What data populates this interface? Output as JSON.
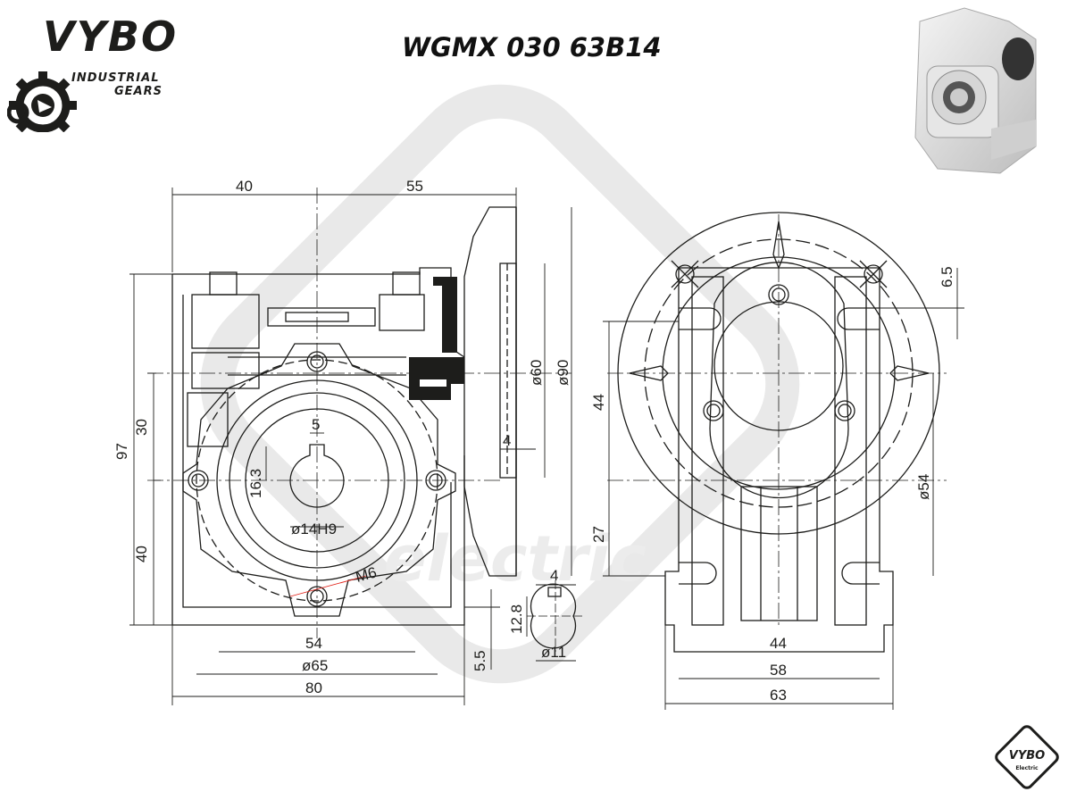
{
  "brand": {
    "logo_text": "VYBO",
    "line1": "INDUSTRIAL",
    "line2": "GEARS",
    "badge_text": "VYBO",
    "badge_sub": "Electric"
  },
  "title": "WGMX 030 63B14",
  "watermark": {
    "text": "electric"
  },
  "dimensions": {
    "left": {
      "top_40": "40",
      "top_55": "55",
      "h97": "97",
      "h30": "30",
      "h40": "40",
      "key_5": "5",
      "h16_3": "16.3",
      "bore": "ø14H9",
      "thread": "M6",
      "w54": "54",
      "d65": "ø65",
      "w80": "80",
      "h5_5": "5.5"
    },
    "flange": {
      "d60": "ø60",
      "d90": "ø90",
      "t4": "4"
    },
    "shaft": {
      "w4": "4",
      "h12_8": "12.8",
      "d11": "ø11"
    },
    "right": {
      "h6_5": "6.5",
      "h44": "44",
      "h27": "27",
      "d54": "ø54",
      "w44": "44",
      "w58": "58",
      "w63": "63"
    }
  },
  "colors": {
    "accent": "#e2231a",
    "line": "#1d1d1b",
    "watermark": "#e8e8e8"
  }
}
